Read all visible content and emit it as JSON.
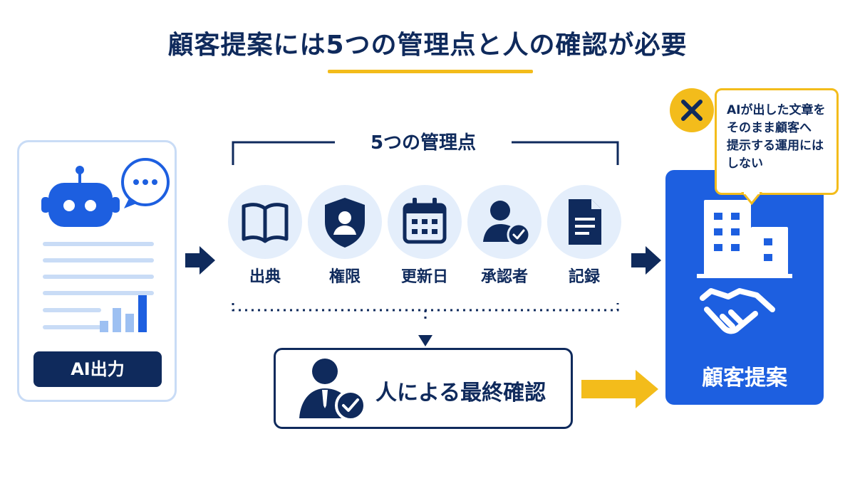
{
  "title": "顧客提案には5つの管理点と人の確認が必要",
  "ai_output": {
    "label": "AI出力"
  },
  "management_points": {
    "title": "5つの管理点",
    "items": [
      {
        "label": "出典",
        "icon": "open-book-icon"
      },
      {
        "label": "権限",
        "icon": "shield-user-icon"
      },
      {
        "label": "更新日",
        "icon": "calendar-icon"
      },
      {
        "label": "承認者",
        "icon": "user-check-icon"
      },
      {
        "label": "記録",
        "icon": "document-icon"
      }
    ]
  },
  "final_check": {
    "label": "人による最終確認",
    "icon": "person-check-icon"
  },
  "customer_proposal": {
    "label": "顧客提案",
    "icons": [
      "building-icon",
      "handshake-icon"
    ]
  },
  "warning_note": {
    "lines": [
      "AIが出した文章を",
      "そのまま顧客へ",
      "提示する運用には",
      "しない"
    ],
    "icon": "x-icon"
  },
  "colors": {
    "navy": "#0f2a5c",
    "blue": "#1d5fe0",
    "yellow": "#f3bc1b",
    "light_blue": "#e4eefb"
  }
}
